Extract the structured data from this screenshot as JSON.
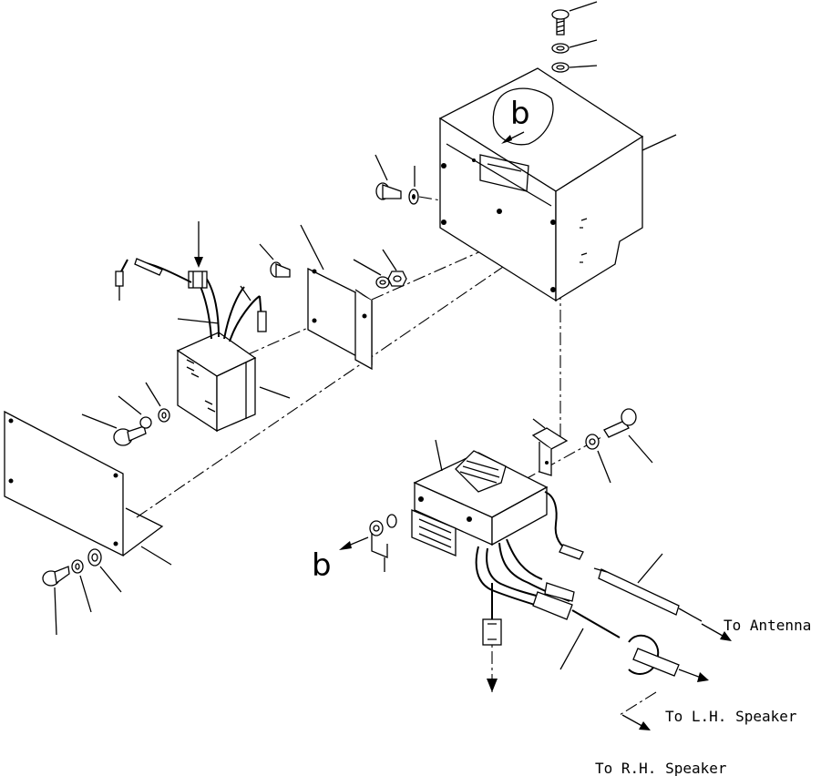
{
  "labels": {
    "b_callout": "b",
    "b_cable": "b",
    "to_antenna": "To Antenna",
    "to_lh_speaker": "To L.H. Speaker",
    "to_rh_speaker": "To R.H. Speaker"
  }
}
